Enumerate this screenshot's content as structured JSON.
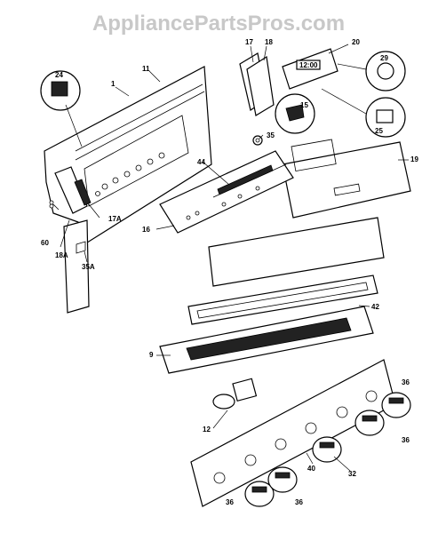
{
  "watermark": "AppliancePartsPros.com",
  "callouts": {
    "p1": "1",
    "p9": "9",
    "p11": "11",
    "p12": "12",
    "p15": "15",
    "p16": "16",
    "p17": "17",
    "p17a": "17A",
    "p18": "18",
    "p18a": "18A",
    "p19": "19",
    "p20": "20",
    "p24": "24",
    "p25": "25",
    "p29": "29",
    "p32": "32",
    "p35": "35",
    "p35a": "35A",
    "p36a": "36",
    "p36b": "36",
    "p36c": "36",
    "p36d": "36",
    "p40": "40",
    "p42": "42",
    "p44": "44",
    "p60": "60"
  },
  "display_readout": "12:00"
}
